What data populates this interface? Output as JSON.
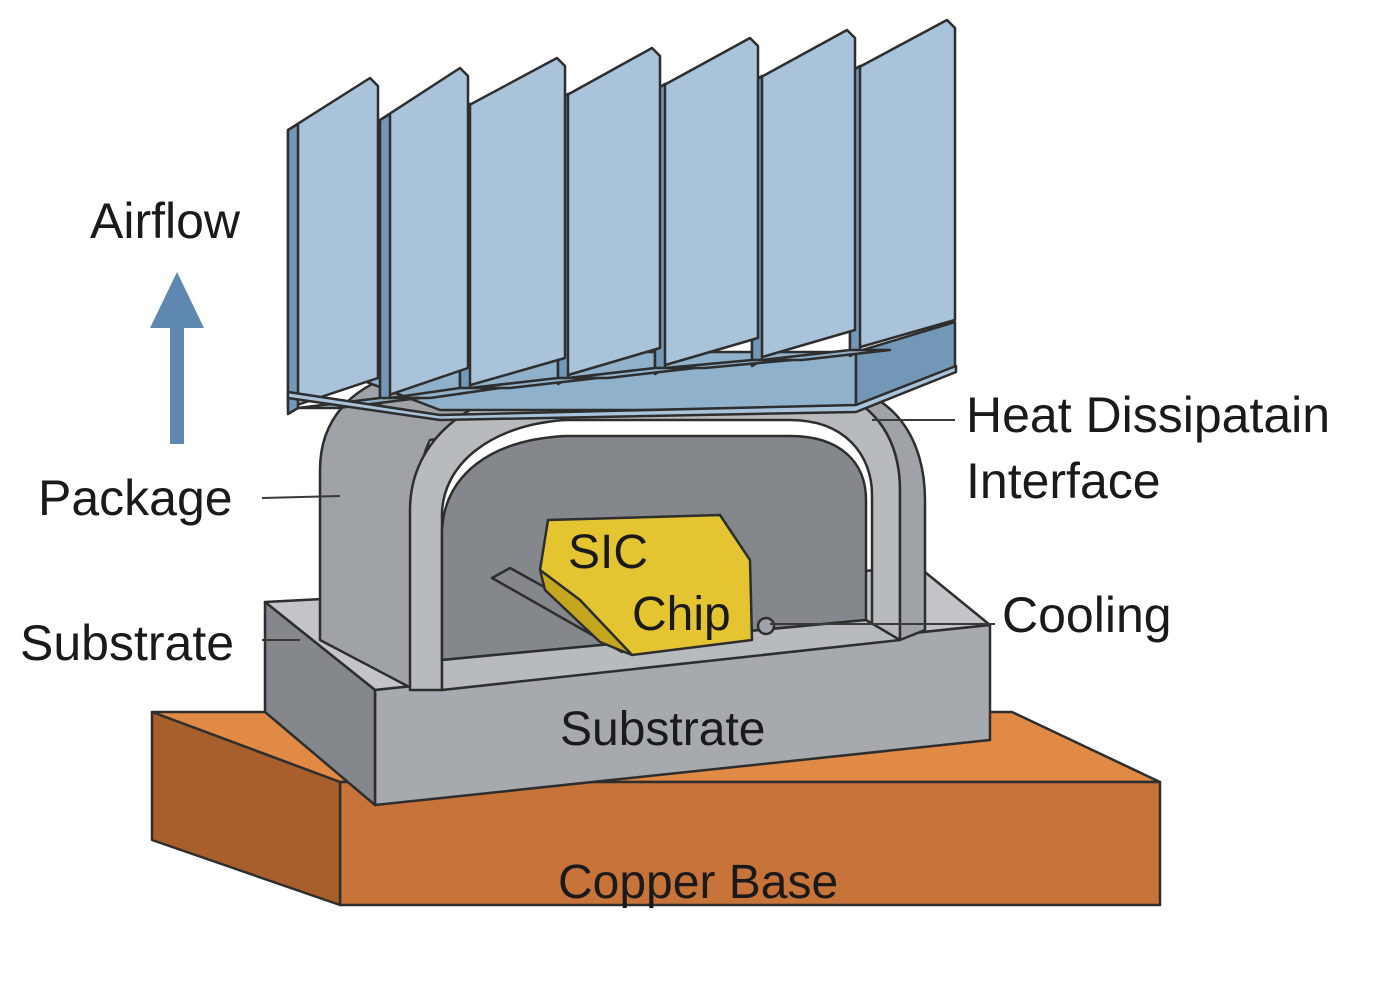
{
  "labels": {
    "airflow": "Airflow",
    "heat_dissipation_line1": "Heat Dissipatain",
    "heat_dissipation_line2": "Interface",
    "package": "Package",
    "chip_line1": "SIC",
    "chip_line2": "Chip",
    "cooling": "Cooling",
    "substrate_left": "Substrate",
    "substrate_block": "Substrate",
    "copper_base": "Copper Base"
  },
  "colors": {
    "heatsink_light": "#a9c4da",
    "heatsink_mid": "#8fb1cc",
    "heatsink_dark": "#7397b6",
    "package_light": "#b8bbbe",
    "package_mid": "#9fa2a6",
    "package_dark": "#84878b",
    "substrate_top": "#c2c4c7",
    "substrate_front": "#a6a9ad",
    "chip": "#e4c531",
    "chip_dark": "#c5a61f",
    "copper_top": "#e08a45",
    "copper_front": "#c8733a",
    "copper_side": "#a95f2c",
    "arrow": "#5f88b0"
  }
}
